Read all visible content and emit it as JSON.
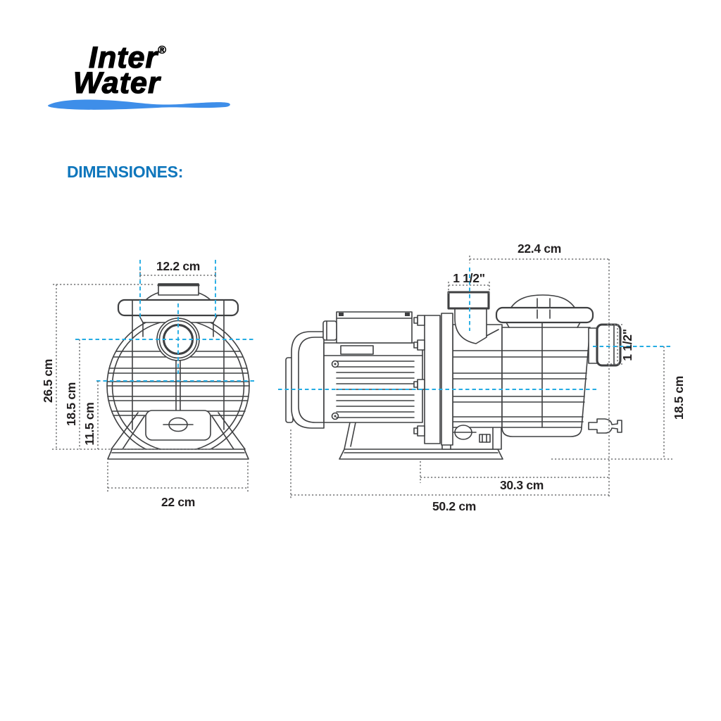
{
  "brand": {
    "name_line1": "Inter",
    "registered_mark": "®",
    "name_line2": "Water"
  },
  "heading": {
    "label": "DIMENSIONES:"
  },
  "colors": {
    "heading_blue": "#0e76bc",
    "logo_underline_blue": "#3e8ee9",
    "centerline_cyan": "#25ace3",
    "dimension_gray": "#747577",
    "drawing_line": "#3f4042",
    "dimension_text": "#232021"
  },
  "drawings": {
    "front_view": {
      "label": "pump front view",
      "dimensions": {
        "top_width": "12.2 cm",
        "total_height": "26.5 cm",
        "inlet_center_height": "18.5 cm",
        "lower_height": "11.5 cm",
        "base_width": "22 cm"
      }
    },
    "side_view": {
      "label": "pump side view",
      "dimensions": {
        "strainer_top_width": "22.4 cm",
        "inlet_port": "1 1/2\"",
        "outlet_port": "1 1/2\"",
        "outlet_center_height": "18.5 cm",
        "rear_length": "30.3 cm",
        "total_length": "50.2 cm"
      }
    }
  }
}
